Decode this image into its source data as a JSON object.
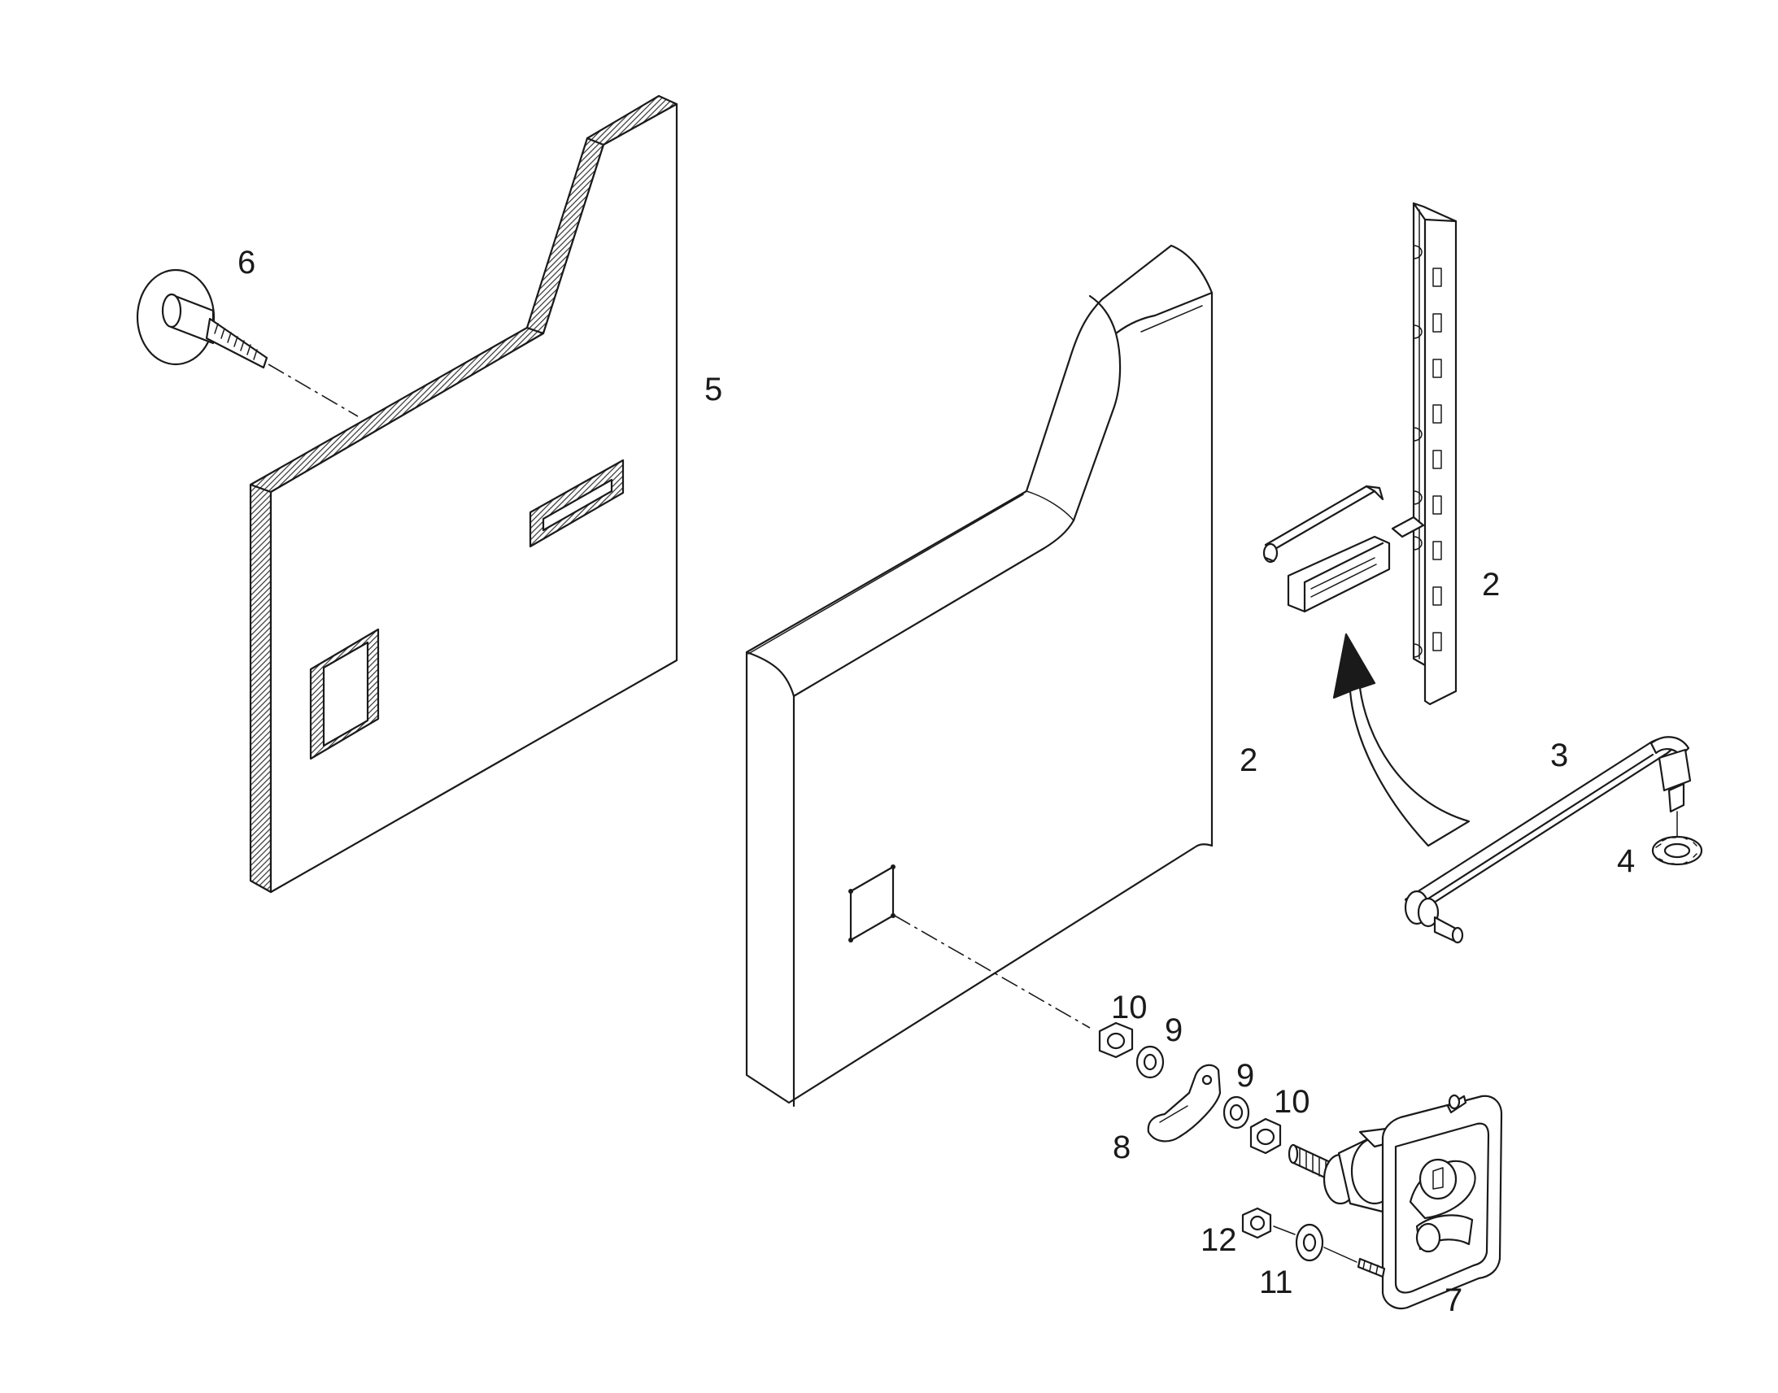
{
  "diagram": {
    "callouts": {
      "c2a": "2",
      "c2b": "2",
      "c3": "3",
      "c4": "4",
      "c5": "5",
      "c6": "6",
      "c7": "7",
      "c8": "8",
      "c9a": "9",
      "c9b": "9",
      "c10a": "10",
      "c10b": "10",
      "c11": "11",
      "c12": "12"
    },
    "parts": {
      "p2": "door-panel",
      "p2b": "hinge-bracket-assembly",
      "p3": "rod",
      "p4": "lock-washer",
      "p5": "insulation-panel",
      "p6": "fastener-stud",
      "p7": "paddle-latch",
      "p8": "cam-arm",
      "p9": "flat-washer",
      "p10": "nut",
      "p11": "washer",
      "p12": "nut"
    }
  }
}
